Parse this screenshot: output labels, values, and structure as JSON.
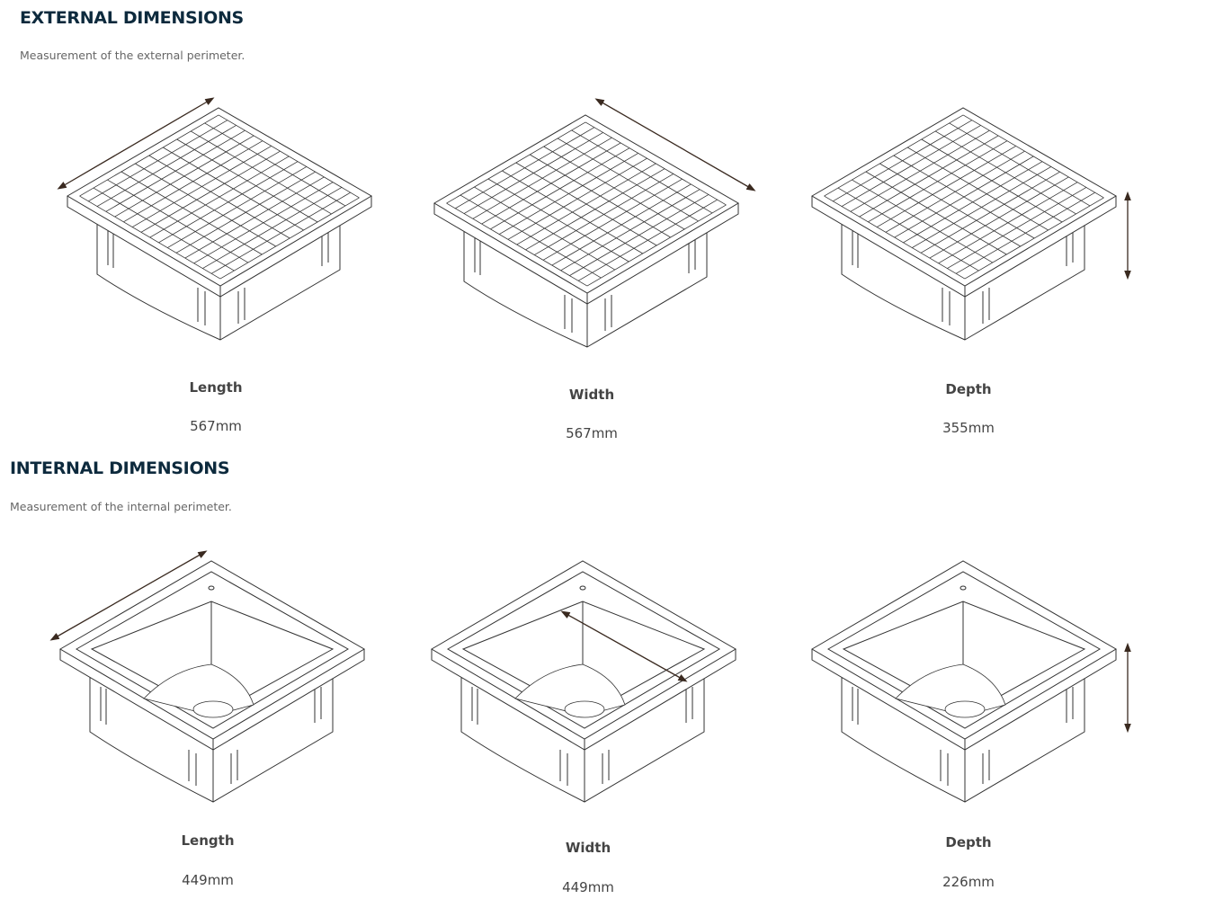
{
  "external": {
    "title": "EXTERNAL DIMENSIONS",
    "subtitle": "Measurement of the external perimeter.",
    "items": [
      {
        "label": "Length",
        "value": "567mm"
      },
      {
        "label": "Width",
        "value": "567mm"
      },
      {
        "label": "Depth",
        "value": "355mm"
      }
    ]
  },
  "internal": {
    "title": "INTERNAL DIMENSIONS",
    "subtitle": "Measurement of the internal perimeter.",
    "items": [
      {
        "label": "Length",
        "value": "449mm"
      },
      {
        "label": "Width",
        "value": "449mm"
      },
      {
        "label": "Depth",
        "value": "226mm"
      }
    ]
  },
  "colors": {
    "title": "#0d2a3d",
    "line": "#333333",
    "arrow": "#3a2a20"
  }
}
